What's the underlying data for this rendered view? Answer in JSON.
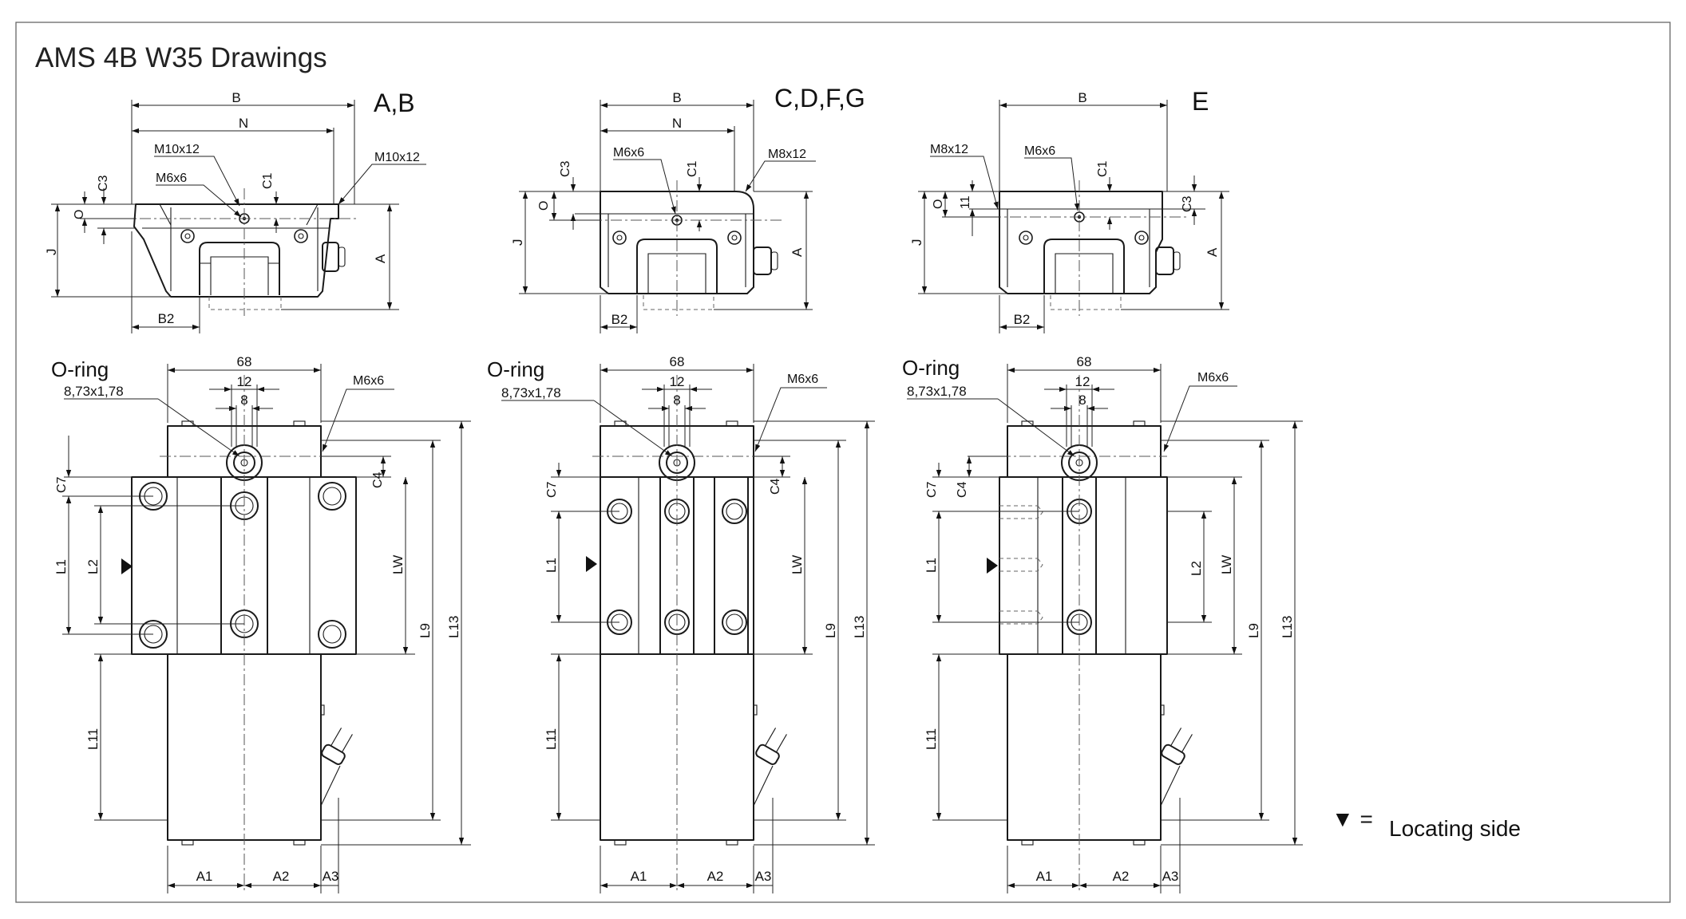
{
  "title": "AMS 4B W35 Drawings",
  "legend": {
    "symbol": "▼ =",
    "text": "Locating side"
  },
  "labels": {
    "oring": "O-ring",
    "oring_size": "8,73x1,78",
    "d68": "68",
    "d12": "12",
    "d8": "8",
    "B": "B",
    "N": "N",
    "J": "J",
    "A": "A",
    "O": "O",
    "B2": "B2",
    "C1": "C1",
    "C3": "C3",
    "C4": "C4",
    "C7": "C7",
    "L1": "L1",
    "L2": "L2",
    "LW": "LW",
    "L9": "L9",
    "L11": "L11",
    "L13": "L13",
    "A1": "A1",
    "A2": "A2",
    "A3": "A3",
    "M6x6": "M6x6",
    "M8x12": "M8x12",
    "M10x12": "M10x12",
    "d11": "11"
  },
  "views": [
    {
      "id": "ab",
      "section": "A,B",
      "top_left_callout": "M10x12",
      "top_right_callout": "M10x12",
      "top_center_callout": "M6x6"
    },
    {
      "id": "cdfg",
      "section": "C,D,F,G",
      "top_left_callout": "",
      "top_right_callout": "M8x12",
      "top_center_callout": "M6x6"
    },
    {
      "id": "e",
      "section": "E",
      "top_left_callout": "M8x12",
      "top_right_callout": "",
      "top_center_callout": "M6x6"
    }
  ]
}
